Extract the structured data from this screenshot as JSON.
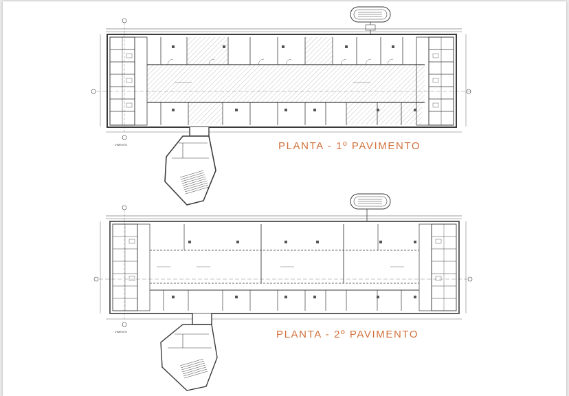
{
  "plans": [
    {
      "caption": "PLANTA - 1º PAVIMENTO",
      "side_label": "VIMENTO"
    },
    {
      "caption": "PLANTA - 2º PAVIMENTO",
      "side_label": "VIMENTO"
    }
  ],
  "colors": {
    "caption": "#d2703a",
    "line": "#3a3a3a",
    "hatch": "#bdbdbd"
  }
}
